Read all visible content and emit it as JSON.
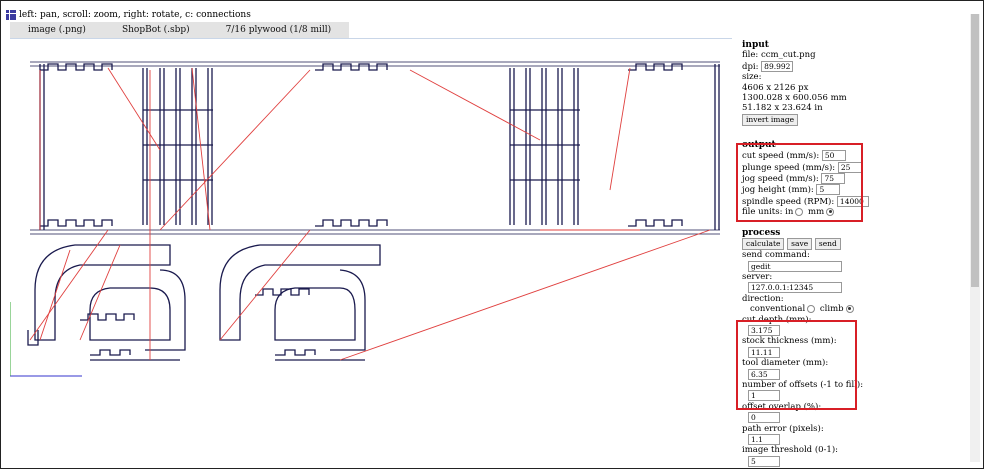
{
  "instructions": "left: pan, scroll: zoom, right: rotate, c: connections",
  "tabs": [
    "image (.png)",
    "ShopBot (.sbp)",
    "7/16 plywood (1/8 mill)"
  ],
  "input": {
    "title": "input",
    "file": "file: ccm_cut.png",
    "dpi_label": "dpi:",
    "dpi": "89.992",
    "size_label": "size:",
    "size_px": "4606 x 2126 px",
    "size_mm": "1300.028 x 600.056 mm",
    "size_in": "51.182 x 23.624 in",
    "invert": "invert image"
  },
  "output": {
    "title": "output",
    "cut_speed_label": "cut speed (mm/s):",
    "cut_speed": "50",
    "plunge_speed_label": "plunge speed (mm/s):",
    "plunge_speed": "25",
    "jog_speed_label": "jog speed (mm/s):",
    "jog_speed": "75",
    "jog_height_label": "jog height (mm):",
    "jog_height": "5",
    "spindle_speed_label": "spindle speed (RPM):",
    "spindle_speed": "14000",
    "file_units_label": "file units:",
    "unit_in": "in",
    "unit_mm": "mm",
    "selected_unit": "mm"
  },
  "process": {
    "title": "process",
    "calculate": "calculate",
    "save": "save",
    "send": "send",
    "send_command_label": "send command:",
    "send_command": "gedit",
    "server_label": "server:",
    "server": "127.0.0.1:12345",
    "direction_label": "direction:",
    "conventional": "conventional",
    "climb": "climb",
    "selected_direction": "climb",
    "cut_depth_label": "cut depth (mm):",
    "cut_depth": "3.175",
    "stock_thickness_label": "stock thickness (mm):",
    "stock_thickness": "11.11",
    "tool_diameter_label": "tool diameter (mm):",
    "tool_diameter": "6.35",
    "offsets_label": "number of offsets (-1 to fill):",
    "offsets": "1",
    "offset_overlap_label": "offset overlap (%):",
    "offset_overlap": "0",
    "path_error_label": "path error (pixels):",
    "path_error": "1.1",
    "image_threshold_label": "image threshold (0-1):",
    "image_threshold": "5"
  },
  "colors": {
    "toolpath": "#1a1a4e",
    "connection": "#e0403f",
    "highlight": "#d81f26",
    "x_axis": "#3333cc",
    "y_axis": "#33aa33"
  }
}
